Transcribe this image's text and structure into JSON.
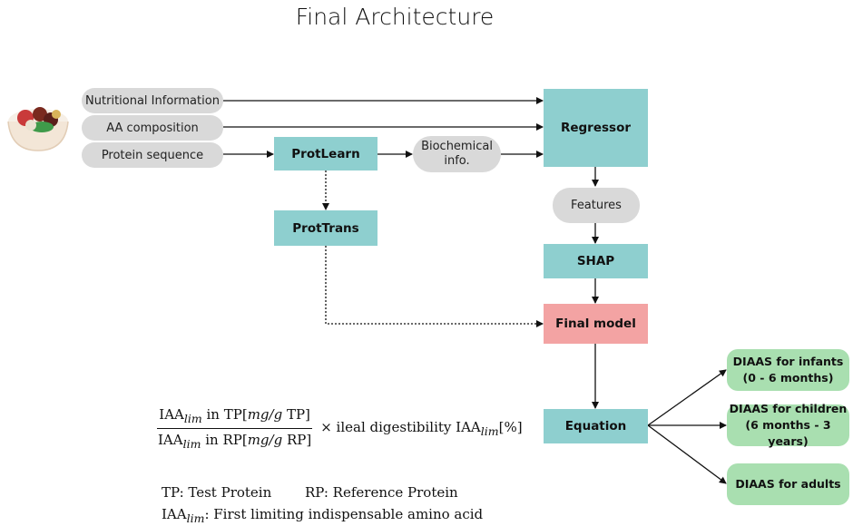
{
  "title": "Final Architecture",
  "inputs": {
    "nutritional": "Nutritional Information",
    "aa": "AA composition",
    "sequence": "Protein sequence"
  },
  "nodes": {
    "protlearn": "ProtLearn",
    "biochem_1": "Biochemical",
    "biochem_2": "info.",
    "prottrans": "ProtTrans",
    "regressor": "Regressor",
    "features": "Features",
    "shap": "SHAP",
    "final_model": "Final model",
    "equation": "Equation"
  },
  "outputs": {
    "infants_1": "DIAAS for infants",
    "infants_2": "(0 - 6 months)",
    "children_1": "DIAAS for children",
    "children_2": "(6 months - 3 years)",
    "adults": "DIAAS for adults"
  },
  "formula": {
    "num_a": "IAA",
    "num_sub": "lim",
    "num_b": " in TP[",
    "num_unit": "mg/g",
    "num_c": " TP]",
    "den_a": "IAA",
    "den_sub": "lim",
    "den_b": " in RP[",
    "den_unit": "mg/g",
    "den_c": " RP]",
    "rest_a": "× ileal digestibility IAA",
    "rest_sub": "lim",
    "rest_b": "[%]"
  },
  "legend": {
    "tp": "TP: Test Protein",
    "rp": "RP: Reference Protein",
    "iaa": "IAA",
    "iaa_sub": "lim",
    "iaa_def": ": First limiting indispensable amino acid"
  },
  "colors": {
    "teal": "#8ecfcf",
    "pink": "#f3a3a3",
    "green": "#a9dfb0",
    "grey": "#d9d9d9"
  },
  "icons": {
    "food": "food-bowl-icon"
  }
}
